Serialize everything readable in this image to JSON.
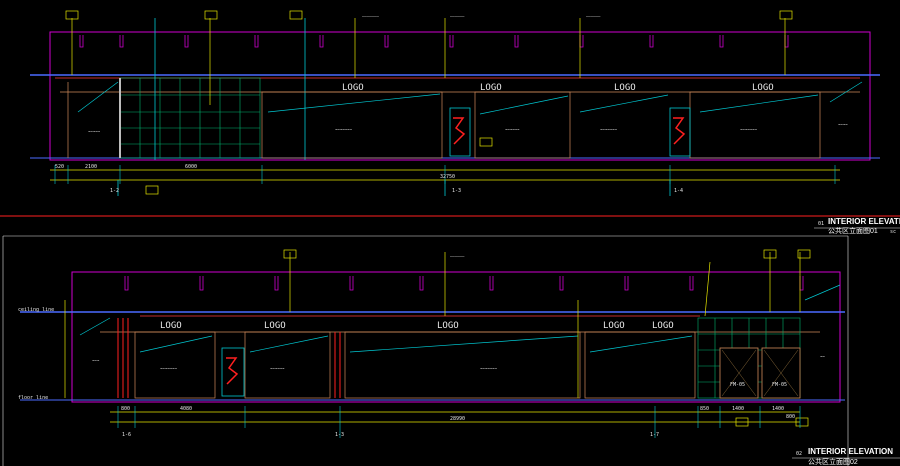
{
  "elevation1": {
    "logos": [
      "LOGO",
      "LOGO",
      "LOGO",
      "LOGO"
    ],
    "total_dim": "32750",
    "dims": [
      "520",
      "2100",
      "6000"
    ],
    "sections": [
      "1-2",
      "1-3",
      "1-4"
    ],
    "title": "INTERIOR ELEVATION",
    "subtitle": "公共区立面图01",
    "scale_frag": "sc",
    "tag_no": "01"
  },
  "elevation2": {
    "logos": [
      "LOGO",
      "LOGO",
      "LOGO",
      "LOGO",
      "LOGO"
    ],
    "total_dim": "28990",
    "dims": [
      "800",
      "4080",
      "850",
      "1400",
      "1400",
      "800"
    ],
    "sections": [
      "1-6",
      "1-3",
      "1-7"
    ],
    "title": "INTERIOR ELEVATION",
    "subtitle": "公共区立面图02",
    "tag_no": "02",
    "door_tag": "FM-05",
    "levels": [
      "ceiling line",
      "floor line"
    ]
  }
}
